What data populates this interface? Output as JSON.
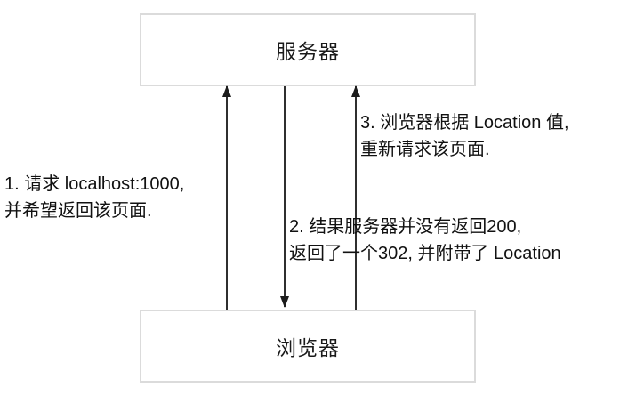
{
  "diagram": {
    "nodes": {
      "server": {
        "label": "服务器"
      },
      "browser": {
        "label": "浏览器"
      }
    },
    "arrows": {
      "request": {
        "direction": "up",
        "from": "browser",
        "to": "server"
      },
      "response": {
        "direction": "down",
        "from": "server",
        "to": "browser"
      },
      "re_request": {
        "direction": "up",
        "from": "browser",
        "to": "server"
      }
    },
    "annotations": {
      "step1": {
        "line1": "1. 请求 localhost:1000,",
        "line2": "并希望返回该页面."
      },
      "step2": {
        "line1": "2. 结果服务器并没有返回200,",
        "line2": "返回了一个302, 并附带了 Location"
      },
      "step3": {
        "line1": "3. 浏览器根据 Location 值,",
        "line2": "重新请求该页面."
      }
    },
    "colors": {
      "background": "#ffffff",
      "box_border": "#dbdbdb",
      "arrow_line": "#2f2f2f",
      "text": "#111111"
    }
  }
}
